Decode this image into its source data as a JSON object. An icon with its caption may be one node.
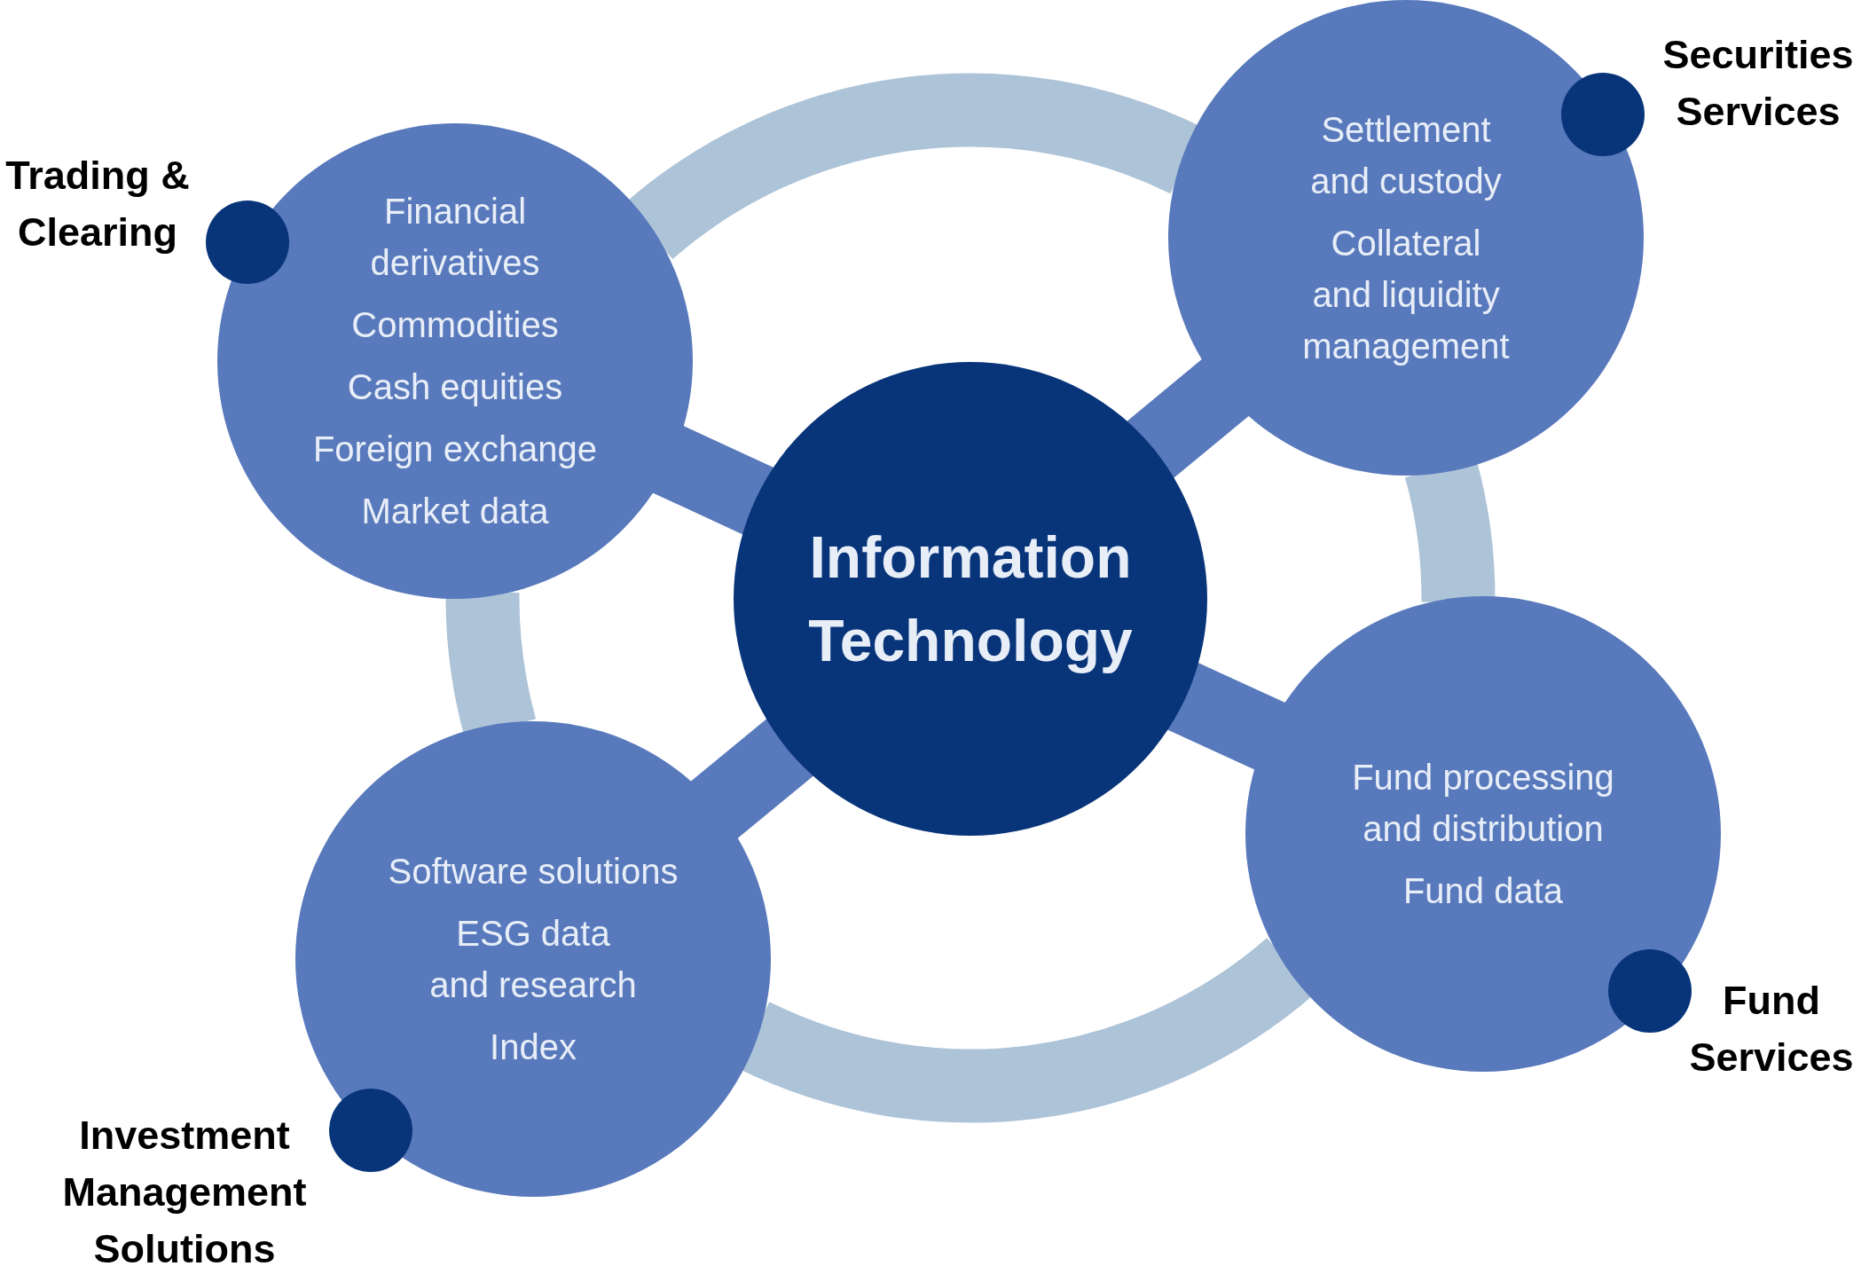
{
  "diagram": {
    "nodes": [
      {
        "text": [
          "Trading & Clearing",
          "Financial derivatives",
          "Commodities",
          "Cash equities",
          "Foreign exchange",
          "Market data"
        ]
      },
      {
        "text": [
          "Securities Services",
          "Settlement and custody",
          "Collateral and liquidity management"
        ]
      },
      {
        "text": [
          "Information Technology"
        ]
      },
      {
        "text": [
          "Investment Management Solutions",
          "Software solutions",
          "ESG data and research",
          "Index"
        ]
      },
      {
        "text": [
          "Fund Services",
          "Fund processing and distribution",
          "Fund data"
        ]
      }
    ],
    "edges": [
      {
        "from": 2,
        "to": 0,
        "arrow": "none"
      },
      {
        "from": 2,
        "to": 1,
        "arrow": "none"
      },
      {
        "from": 2,
        "to": 3,
        "arrow": "none"
      },
      {
        "from": 2,
        "to": 4,
        "arrow": "none"
      },
      {
        "from": 0,
        "to": 1,
        "arrow": "none",
        "color": "#adc3d8"
      },
      {
        "from": 1,
        "to": 4,
        "arrow": "none",
        "color": "#adc3d8"
      },
      {
        "from": 4,
        "to": 3,
        "arrow": "none",
        "color": "#adc3d8"
      },
      {
        "from": 3,
        "to": 0,
        "arrow": "none",
        "color": "#adc3d8"
      }
    ]
  }
}
